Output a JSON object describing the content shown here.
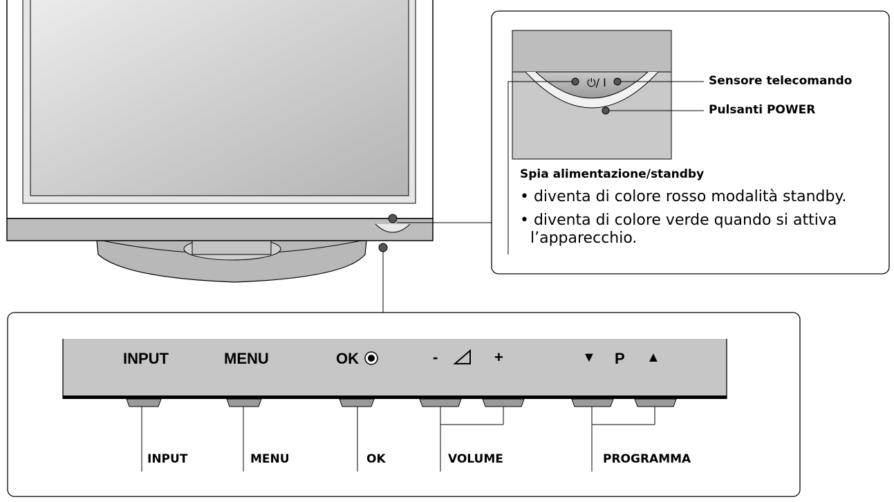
{
  "callouts": {
    "remote_sensor": "Sensore telecomando",
    "power_button": "Pulsanti POWER",
    "power_symbol": "⏻/ I",
    "standby_title": "Spia alimentazione/standby",
    "bullets": [
      "• diventa di colore rosso modalità standby.",
      "• diventa di colore verde quando si attiva",
      "l’apparecchio."
    ]
  },
  "panel_buttons": {
    "input": "INPUT",
    "menu": "MENU",
    "ok": "OK",
    "vol_minus": "-",
    "vol_plus": "+",
    "prog_down": "▼",
    "prog_p": "P",
    "prog_up": "▲"
  },
  "bottom_labels": {
    "input": "INPUT",
    "menu": "MENU",
    "ok": "OK",
    "volume": "VOLUME",
    "programma": "PROGRAMMA"
  }
}
